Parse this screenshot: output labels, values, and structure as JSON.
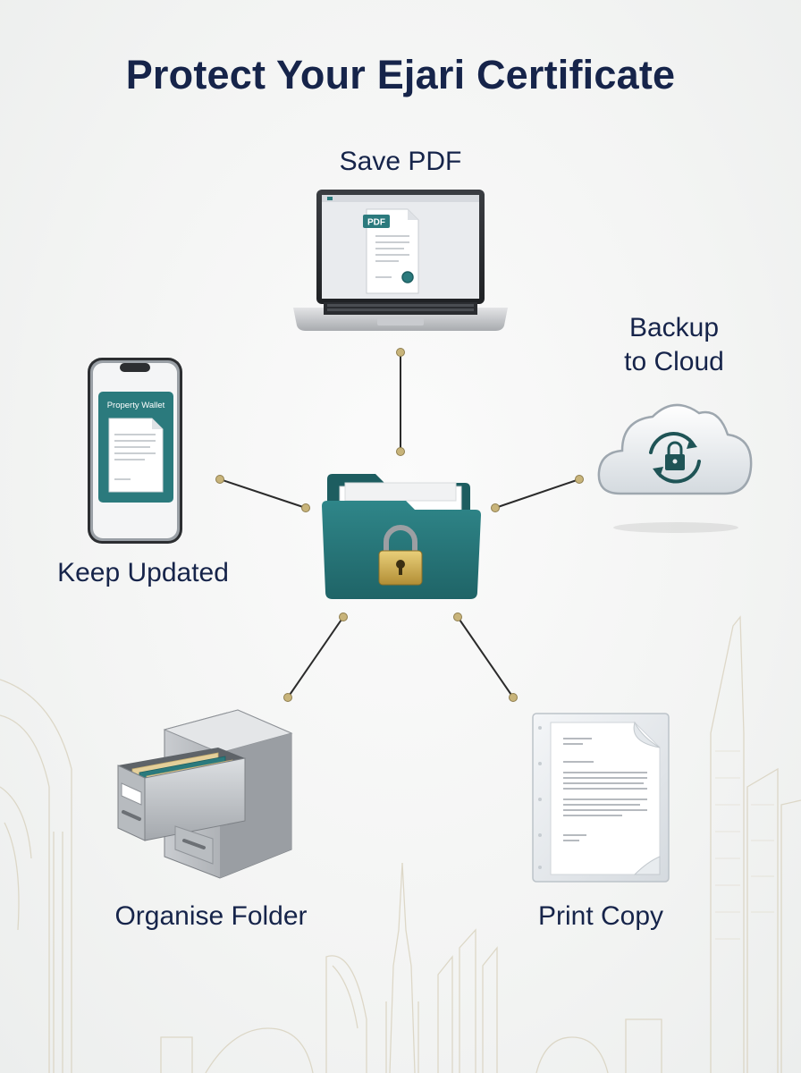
{
  "title": "Protect Your Ejari Certificate",
  "nodes": {
    "save_pdf": {
      "label": "Save PDF",
      "icon": "laptop-icon",
      "badge": "PDF"
    },
    "backup_cloud": {
      "label_line1": "Backup",
      "label_line2": "to Cloud",
      "icon": "cloud-lock-icon"
    },
    "keep_updated": {
      "label": "Keep Updated",
      "icon": "smartphone-icon",
      "wallet_label": "Property Wallet"
    },
    "organise_folder": {
      "label": "Organise Folder",
      "icon": "filing-cabinet-icon"
    },
    "print_copy": {
      "label": "Print Copy",
      "icon": "printed-document-icon"
    },
    "center": {
      "icon": "locked-folder-icon"
    }
  },
  "colors": {
    "title": "#16244a",
    "teal": "#2b7a7d",
    "teal_dark": "#1d5f62",
    "gold": "#c9a94e",
    "connector": "#2b2b2b",
    "node_dot": "#c8b47a",
    "skyline": "#d9d2bf"
  }
}
